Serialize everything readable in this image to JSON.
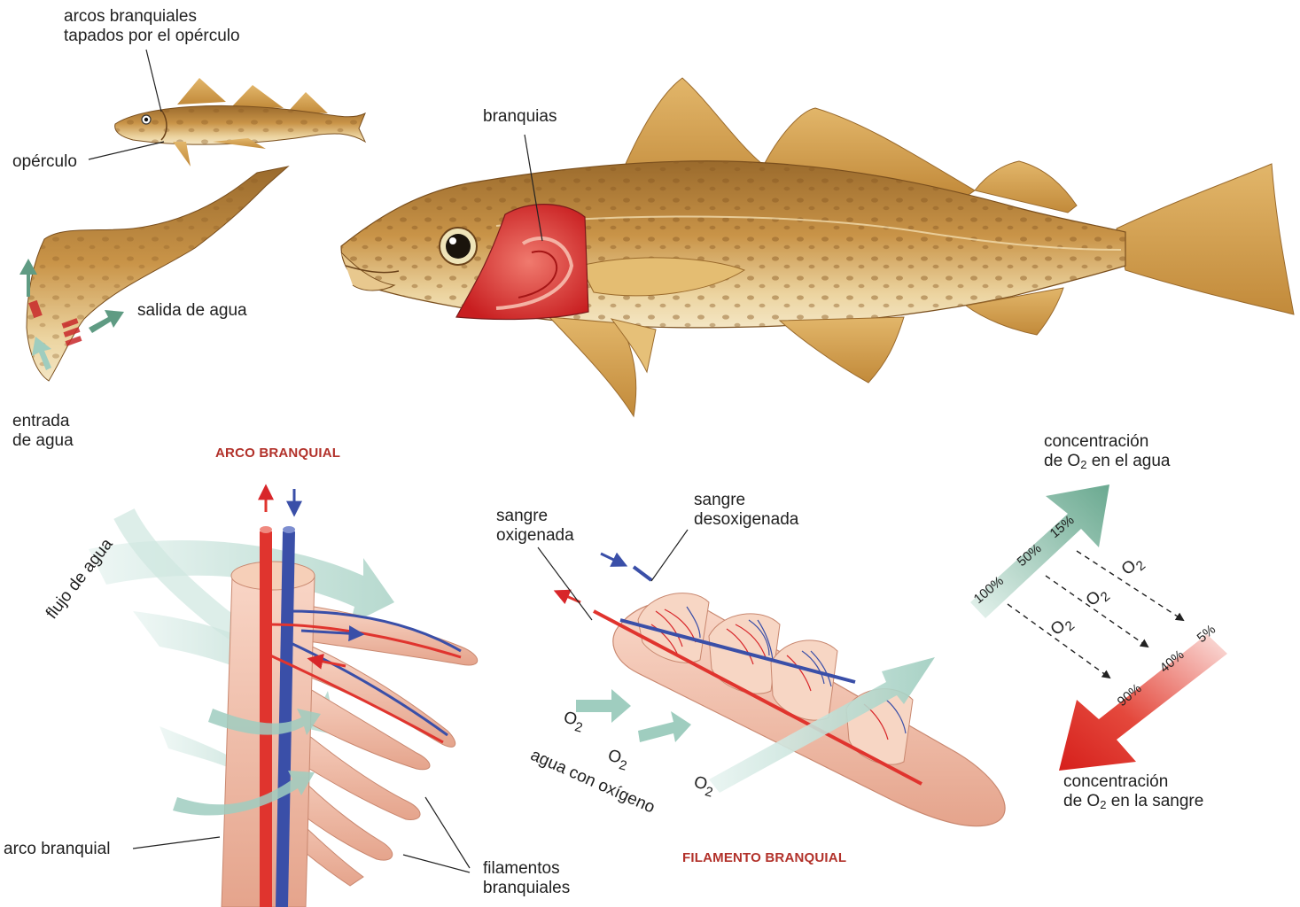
{
  "labels": {
    "arcos_tapados": [
      "arcos branquiales",
      "tapados por el opérculo"
    ],
    "operculo": "opérculo",
    "salida_agua": "salida de agua",
    "entrada_agua": [
      "entrada",
      "de agua"
    ],
    "branquias": "branquias",
    "flujo_agua": "flujo de agua",
    "arco_branquial": "arco branquial",
    "filamentos_branquiales": [
      "filamentos",
      "branquiales"
    ],
    "sangre_oxigenada": [
      "sangre",
      "oxigenada"
    ],
    "sangre_desoxigenada": [
      "sangre",
      "desoxigenada"
    ],
    "agua_con_oxigeno": "agua con oxígeno",
    "conc_agua": [
      "concentración",
      "de O",
      "2",
      " en el agua"
    ],
    "conc_sangre": [
      "concentración",
      "de O",
      "2",
      " en la sangre"
    ]
  },
  "captions": {
    "arco": "ARCO BRANQUIAL",
    "filamento": "FILAMENTO BRANQUIAL"
  },
  "oxygen": {
    "symbol": "O",
    "sub": "2",
    "water_percentages": [
      "100%",
      "50%",
      "15%"
    ],
    "blood_percentages": [
      "90%",
      "40%",
      "5%"
    ]
  },
  "colors": {
    "fish_body": "#c89045",
    "fish_belly": "#efd9a8",
    "gill_red": "#d8262a",
    "artery_red": "#e0342e",
    "vein_blue": "#3a4fa8",
    "water_green": "#7fb9a8",
    "caption_red": "#b2312a"
  }
}
